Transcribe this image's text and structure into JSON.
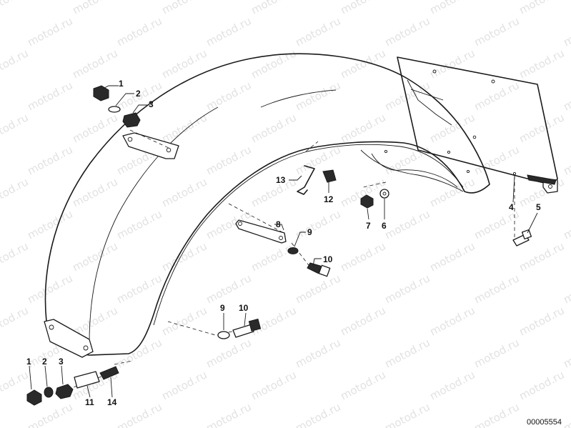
{
  "watermark": {
    "text": "motod.ru"
  },
  "document": {
    "number": "00005554"
  },
  "callouts": [
    {
      "id": "c1a",
      "label": "1"
    },
    {
      "id": "c2a",
      "label": "2"
    },
    {
      "id": "c3a",
      "label": "3"
    },
    {
      "id": "c4",
      "label": "4"
    },
    {
      "id": "c5",
      "label": "5"
    },
    {
      "id": "c6",
      "label": "6"
    },
    {
      "id": "c7",
      "label": "7"
    },
    {
      "id": "c8",
      "label": "8"
    },
    {
      "id": "c9a",
      "label": "9"
    },
    {
      "id": "c10a",
      "label": "10"
    },
    {
      "id": "c12",
      "label": "12"
    },
    {
      "id": "c13",
      "label": "13"
    },
    {
      "id": "c9b",
      "label": "9"
    },
    {
      "id": "c10b",
      "label": "10"
    },
    {
      "id": "c1b",
      "label": "1"
    },
    {
      "id": "c2b",
      "label": "2"
    },
    {
      "id": "c3b",
      "label": "3"
    },
    {
      "id": "c11",
      "label": "11"
    },
    {
      "id": "c14",
      "label": "14"
    }
  ]
}
